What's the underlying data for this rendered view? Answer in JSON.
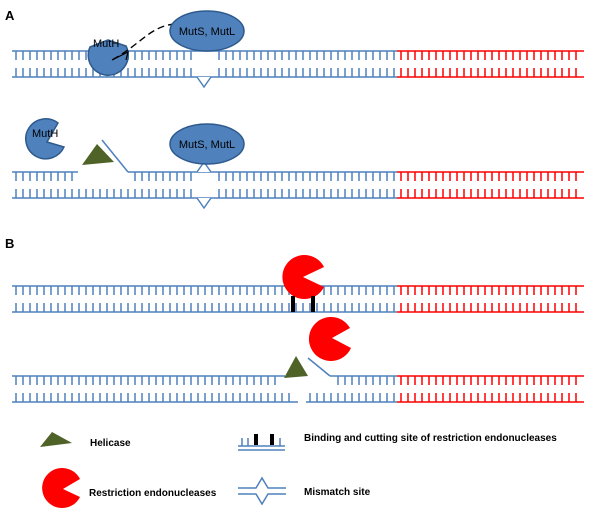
{
  "panels": {
    "a": "A",
    "b": "B"
  },
  "proteins": {
    "muth": "MutH",
    "muts_mutl": "MutS, MutL"
  },
  "legend": {
    "helicase": "Helicase",
    "binding_site": "Binding and cutting site of restriction endonucleases",
    "restriction": "Restriction endonucleases",
    "mismatch": "Mismatch site"
  },
  "colors": {
    "dna_blue": "#4f81bd",
    "dna_red": "#ff0000",
    "protein_blue": "#4f81bd",
    "protein_outline": "#2e5a8c",
    "helicase": "#4f6228",
    "restriction": "#ff0000"
  },
  "icons": {
    "helicase": "triangle-icon",
    "restriction": "pacman-icon",
    "binding_site": "cut-site-icon",
    "mismatch": "bulge-icon"
  }
}
